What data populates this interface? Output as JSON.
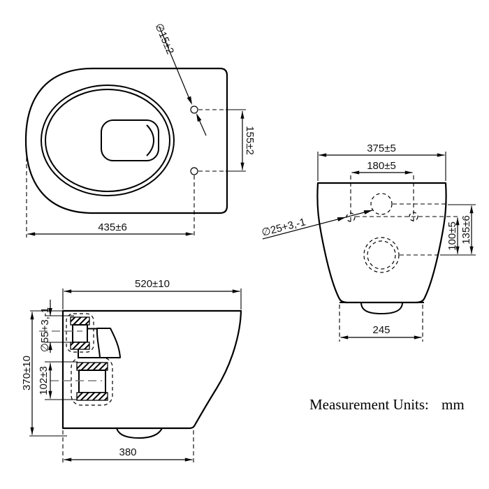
{
  "note": {
    "units_label": "Measurement Units:",
    "units_value": "mm"
  },
  "top_view": {
    "seat_hole_dia": "∅15±2",
    "hinge_hole_spacing": "155±2",
    "seat_length": "435±6"
  },
  "rear_view": {
    "overall_width": "375±5",
    "fixing_hole_spacing": "180±5",
    "hole_dia": "∅25+3,-1",
    "fixing_to_outlet": "100±5",
    "top_to_outlet": "135±6",
    "base_width": "245"
  },
  "side_view": {
    "overall_depth": "520±10",
    "overall_height": "370±10",
    "inlet_dia": "∅55+3,-1",
    "outlet_dia": "102±3",
    "base_depth": "380"
  },
  "colors": {
    "line": "#000000",
    "background": "#ffffff"
  }
}
